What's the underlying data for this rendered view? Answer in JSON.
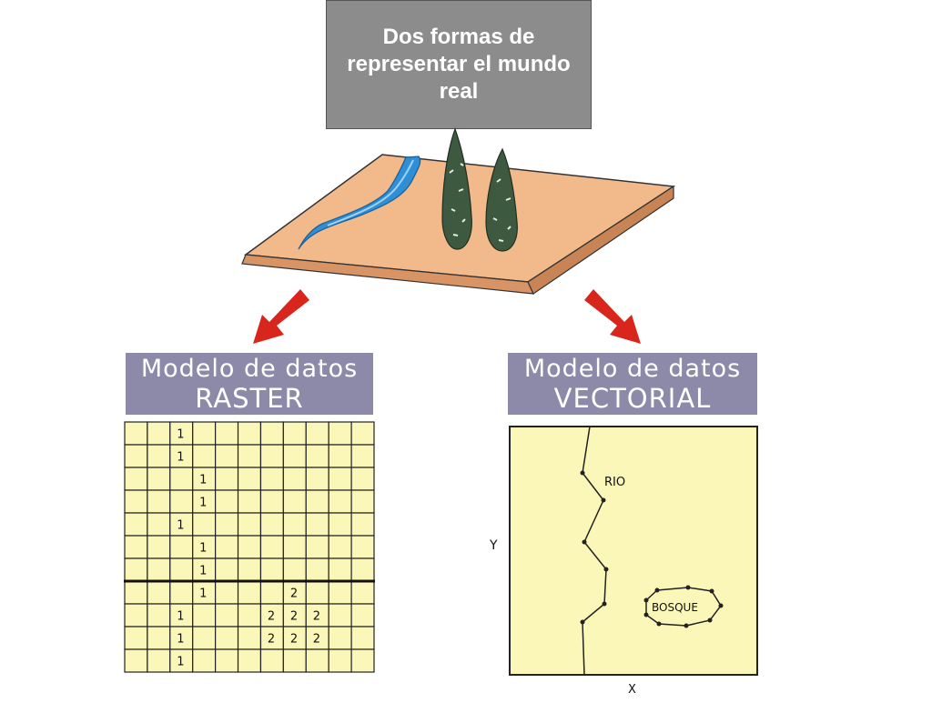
{
  "title": "Dos formas de representar el mundo real",
  "raster": {
    "label_line1": "Modelo de datos",
    "label_line2": "RASTER",
    "grid": [
      [
        "",
        "",
        "1",
        "",
        "",
        "",
        "",
        "",
        "",
        "",
        ""
      ],
      [
        "",
        "",
        "1",
        "",
        "",
        "",
        "",
        "",
        "",
        "",
        ""
      ],
      [
        "",
        "",
        "",
        "1",
        "",
        "",
        "",
        "",
        "",
        "",
        ""
      ],
      [
        "",
        "",
        "",
        "1",
        "",
        "",
        "",
        "",
        "",
        "",
        ""
      ],
      [
        "",
        "",
        "1",
        "",
        "",
        "",
        "",
        "",
        "",
        "",
        ""
      ],
      [
        "",
        "",
        "",
        "1",
        "",
        "",
        "",
        "",
        "",
        "",
        ""
      ],
      [
        "",
        "",
        "",
        "1",
        "",
        "",
        "",
        "",
        "",
        "",
        ""
      ],
      [
        "",
        "",
        "",
        "1",
        "",
        "",
        "",
        "2",
        "",
        "",
        ""
      ],
      [
        "",
        "",
        "1",
        "",
        "",
        "",
        "2",
        "2",
        "2",
        "",
        ""
      ],
      [
        "",
        "",
        "1",
        "",
        "",
        "",
        "2",
        "2",
        "2",
        "",
        ""
      ],
      [
        "",
        "",
        "1",
        "",
        "",
        "",
        "",
        "",
        "",
        "",
        ""
      ]
    ]
  },
  "vector": {
    "label_line1": "Modelo de datos",
    "label_line2": "VECTORIAL",
    "river_label": "RIO",
    "forest_label": "BOSQUE",
    "y_axis_label": "Y",
    "x_axis_label": "X"
  },
  "colors": {
    "title_bg": "#8c8c8c",
    "label_bg": "#8c8aa8",
    "grid_fill": "#fbf7b8",
    "vector_fill": "#fbf7b8",
    "terrain_top": "#f2b98a",
    "terrain_side": "#d99466",
    "river": "#2e8fd6",
    "arrow": "#d9261c",
    "tree": "#3d5a40"
  }
}
